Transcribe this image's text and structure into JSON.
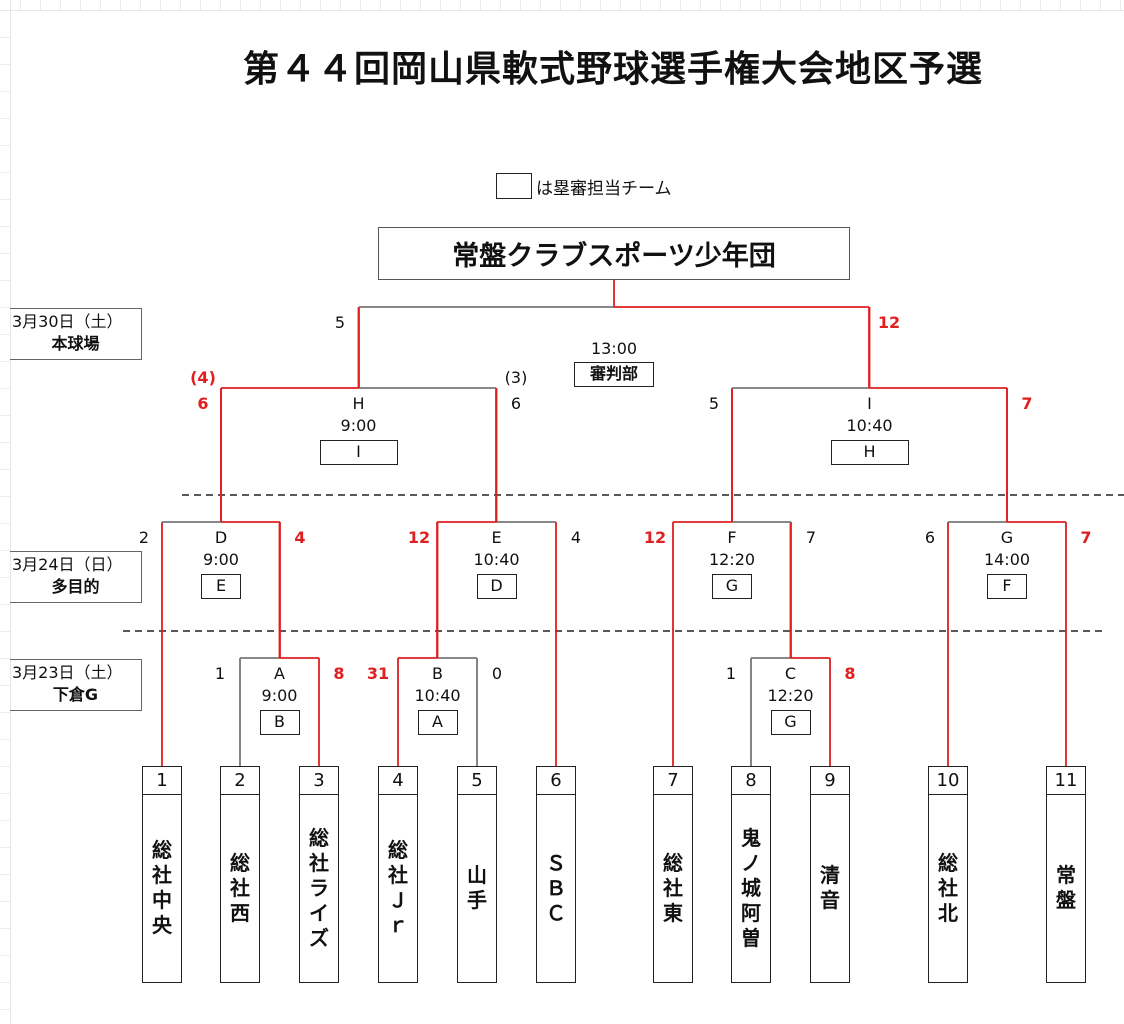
{
  "title": "第４４回岡山県軟式野球選手権大会地区予選",
  "legend": {
    "text": "は塁審担当チーム"
  },
  "champion": "常盤クラブスポーツ少年団",
  "colors": {
    "winner_line": "#e01f1f",
    "line": "#777777",
    "text": "#111111",
    "dash": "#222222"
  },
  "dates": [
    {
      "date": "3月30日（土）",
      "venue": "本球場"
    },
    {
      "date": "3月24日（日）",
      "venue": "多目的"
    },
    {
      "date": "3月23日（土）",
      "venue": "下倉G"
    }
  ],
  "teams": [
    {
      "no": "1",
      "name": "総社中央"
    },
    {
      "no": "2",
      "name": "総社西"
    },
    {
      "no": "3",
      "name": "総社ライズ"
    },
    {
      "no": "4",
      "name": "総社Ｊｒ"
    },
    {
      "no": "5",
      "name": "山手"
    },
    {
      "no": "6",
      "name": "ＳＢＣ"
    },
    {
      "no": "7",
      "name": "総社東"
    },
    {
      "no": "8",
      "name": "鬼ノ城阿曽"
    },
    {
      "no": "9",
      "name": "清音"
    },
    {
      "no": "10",
      "name": "総社北"
    },
    {
      "no": "11",
      "name": "常盤"
    }
  ],
  "matches": {
    "A": {
      "label": "A",
      "time": "9:00",
      "umpire": "B",
      "left_score": "1",
      "right_score": "8",
      "winner": "right"
    },
    "B": {
      "label": "B",
      "time": "10:40",
      "umpire": "A",
      "left_score": "31",
      "right_score": "0",
      "winner": "left"
    },
    "C": {
      "label": "C",
      "time": "12:20",
      "umpire": "G",
      "left_score": "1",
      "right_score": "8",
      "winner": "right"
    },
    "D": {
      "label": "D",
      "time": "9:00",
      "umpire": "E",
      "left_score": "2",
      "right_score": "4",
      "winner": "right"
    },
    "E": {
      "label": "E",
      "time": "10:40",
      "umpire": "D",
      "left_score": "12",
      "right_score": "4",
      "winner": "left"
    },
    "F": {
      "label": "F",
      "time": "12:20",
      "umpire": "G",
      "left_score": "12",
      "right_score": "7",
      "winner": "left"
    },
    "G": {
      "label": "G",
      "time": "14:00",
      "umpire": "F",
      "left_score": "6",
      "right_score": "7",
      "winner": "right"
    },
    "H": {
      "label": "H",
      "time": "9:00",
      "umpire": "I",
      "left_score": "6",
      "left_note": "(4)",
      "right_score": "6",
      "right_note": "(3)",
      "winner": "left"
    },
    "I": {
      "label": "I",
      "time": "10:40",
      "umpire": "H",
      "left_score": "5",
      "right_score": "7",
      "winner": "right"
    },
    "final": {
      "time": "13:00",
      "umpire": "審判部",
      "left_score": "5",
      "right_score": "12",
      "winner": "right"
    }
  }
}
